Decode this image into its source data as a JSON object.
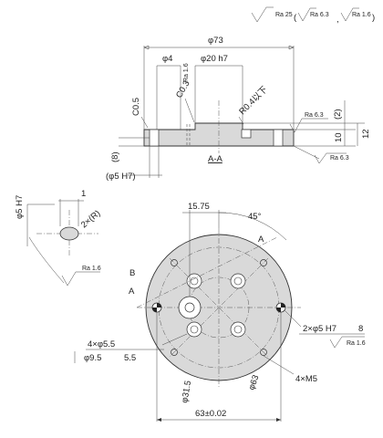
{
  "roughness": {
    "general": "Ra 25",
    "open_paren": "(",
    "exception_1": "Ra 6.3",
    "separator": ",",
    "exception_2": "Ra 1.6",
    "close_paren": ")"
  },
  "section_view": {
    "dim_outer_dia": "φ73",
    "dim_pin_dia": "φ4",
    "dim_bore": "φ20 h7",
    "ra_bore": "Ra 1.6",
    "chamfer_c05": "C0.5",
    "chamfer_c03": "C0.3",
    "fillet": "R0.4以下",
    "ra_top": "Ra 6.3",
    "ra_bottom": "Ra 6.3",
    "dim_2": "(2)",
    "dim_10": "10",
    "dim_12": "12",
    "dim_8": "(8)",
    "dim_hole": "(φ5 H7)",
    "section_label": "A-A"
  },
  "detail_view": {
    "dim_hole": "φ5 H7",
    "dim_1": "1",
    "dim_radius": "2×(R)",
    "ra": "Ra 1.6"
  },
  "plan_view": {
    "dim_offset": "15.75",
    "angle": "45°",
    "label_a_top": "A",
    "label_b": "B",
    "label_a_left": "A",
    "holes_55": "4×φ5.5",
    "counterbore": "φ9.5",
    "counterbore_depth": "5.5",
    "pin_holes": "2×φ5 H7",
    "pin_depth": "8",
    "ra_pin": "Ra 1.6",
    "pcd_small": "φ31.5",
    "pcd_large": "φ63",
    "tapped": "4×M5",
    "dim_width": "63±0.02"
  }
}
